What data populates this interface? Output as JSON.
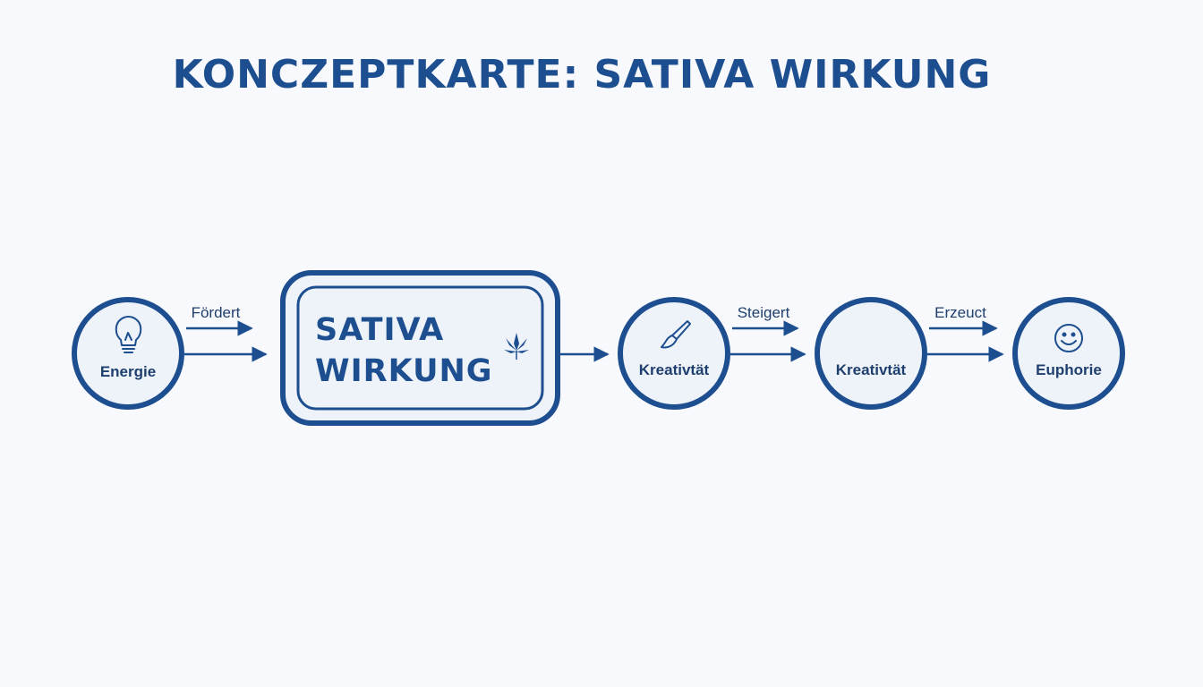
{
  "title": "KONCZEPTKARTE: SATIVA WIRKUNG",
  "colors": {
    "primary": "#1d4e8f",
    "node_fill": "#eef3fa",
    "background": "#f7f9fc"
  },
  "center": {
    "line1": "SATIVA",
    "line2": "WIRKUNG",
    "icon": "cannabis-leaf-icon"
  },
  "nodes": [
    {
      "id": "energie",
      "label": "Energie",
      "icon": "lightbulb-icon"
    },
    {
      "id": "kreativitaet-1",
      "label": "Kreativtät",
      "icon": "paintbrush-icon"
    },
    {
      "id": "kreativitaet-2",
      "label": "Kreativtät",
      "icon": ""
    },
    {
      "id": "euphorie",
      "label": "Euphorie",
      "icon": "smiley-icon"
    }
  ],
  "edges": [
    {
      "from": "energie",
      "to": "center",
      "label": "Fördert"
    },
    {
      "from": "center",
      "to": "kreativitaet-1",
      "label": ""
    },
    {
      "from": "kreativitaet-1",
      "to": "kreativitaet-2",
      "label": "Steigert"
    },
    {
      "from": "kreativitaet-2",
      "to": "euphorie",
      "label": "Erzeuct"
    }
  ]
}
